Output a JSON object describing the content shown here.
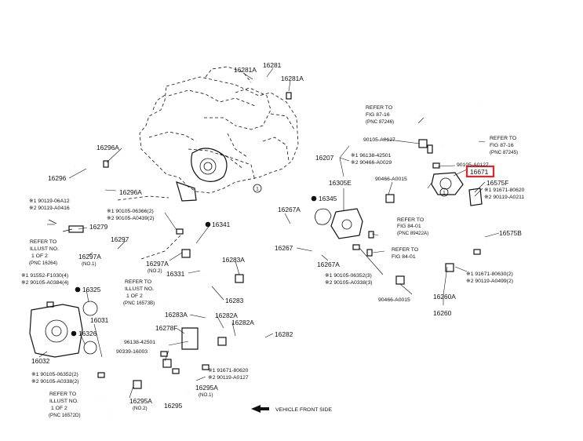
{
  "part_labels": {
    "p16281A_top": "16281A",
    "p16281": "16281",
    "p16281A_right": "16281A",
    "p16296A_top": "16296A",
    "p16296": "16296",
    "p16296A_bottom": "16296A",
    "p16279": "16279",
    "p16297": "16297",
    "p16297A_left": "16297A",
    "p16297A_left_note": "(NO.1)",
    "p16297A_mid": "16297A",
    "p16297A_mid_note": "(NO.2)",
    "p16341": "16341",
    "p16331": "16331",
    "p16283A_mid": "16283A",
    "p16283": "16283",
    "p16283A_low": "16283A",
    "p16282A_a": "16282A",
    "p16282A_b": "16282A",
    "p16282": "16282",
    "p16278F": "16278F",
    "p16295A_top": "16295A",
    "p16295A_top_note": "(NO.1)",
    "p16295A_left": "16295A",
    "p16295A_left_note": "(NO.2)",
    "p16295": "16295",
    "p16325": "16325",
    "p16326": "16326",
    "p16031": "16031",
    "p16032": "16032",
    "p16207": "16207",
    "p16305E": "16305E",
    "p16345": "16345",
    "p16267A_top": "16267A",
    "p16267": "16267",
    "p16267A_low": "16267A",
    "p16671": "16671",
    "p16575F": "16575F",
    "p16575B": "16575B",
    "p16260A": "16260A",
    "p16260": "16260",
    "b90105_A0127_a": "90105-A0127",
    "b90105_A0127_b": "90105-A0127",
    "b96138_42501_right": "96138-42501",
    "b90466_A0029": "90466-A0029",
    "b90466_A0015_a": "90466-A0015",
    "b90466_A0015_b": "90466-A0015",
    "b96138_42501_left": "96138-42501",
    "b90339_16003": "90339-16003"
  },
  "fastener_pairs": {
    "left_top_1": "※1 90119-06A12",
    "left_top_2": "※2 90119-A0416",
    "mid_1": "※1 90105-06366(2)",
    "mid_2": "※2 90105-A0439(2)",
    "left_mid_1": "※1 91552-F1030(4)",
    "left_mid_2": "※2 90105-A0384(4)",
    "left_low_1": "※1 90105-06352(2)",
    "left_low_2": "※2 90105-A0338(2)",
    "center_low_1": "※1 91671-80620",
    "center_low_2": "※2 90119-A0127",
    "right_low_1": "※1 90105-06352(3)",
    "right_low_2": "※2 90105-A0338(3)",
    "right_top_1": "※1 91671-80620",
    "right_top_2": "※2 90119-A0211",
    "far_right_1": "※1 91671-80630(2)",
    "far_right_2": "※2 90119-A0499(2)",
    "upper_right_1": "※1 96138-42501",
    "upper_right_2": "※2 90466-A0029"
  },
  "references": {
    "ref_1": [
      "REFER TO",
      "ILLUST NO.",
      "1 OF 2",
      "(PNC 16264)"
    ],
    "ref_2": [
      "REFER TO",
      "ILLUST NO.",
      "1 OF 2",
      "(PNC 16573B)"
    ],
    "ref_3": [
      "REFER TO",
      "ILLUST NO.",
      "1 OF 2",
      "(PNC 16572D)"
    ],
    "fig_87_top": [
      "REFER TO",
      "FIG 87-16",
      "(PNC 87246)"
    ],
    "fig_87_right": [
      "REFER TO",
      "FIG 87-16",
      "(PNC 87245)"
    ],
    "fig_84_a": [
      "REFER TO",
      "FIG 84-01",
      "(PNC 89422A)"
    ],
    "fig_84_b": [
      "REFER TO",
      "FIG 84-01"
    ]
  },
  "markers": {
    "circle_one_a": "1",
    "circle_one_b": "1"
  },
  "footer": {
    "direction": "VEHICLE FRONT SIDE"
  },
  "highlight_color": "#e1262b"
}
